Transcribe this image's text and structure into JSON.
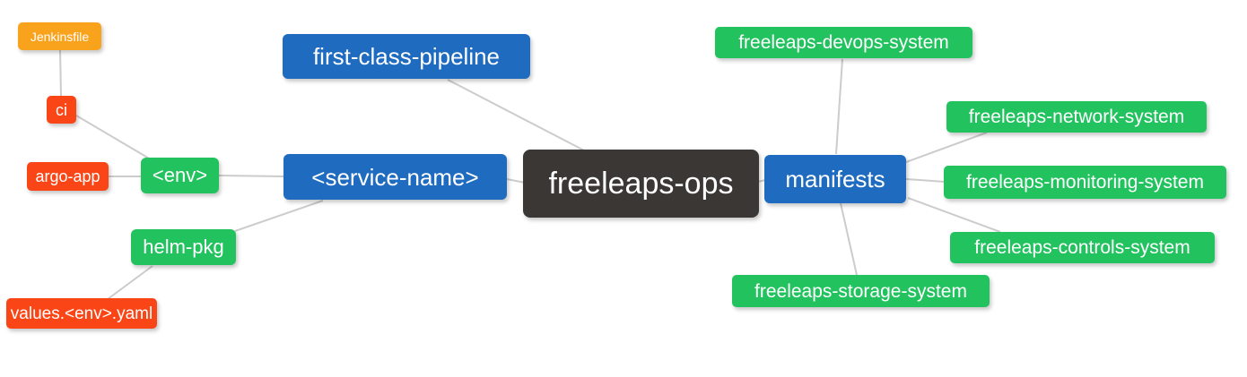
{
  "diagram": {
    "title": "freeleaps-ops mind map",
    "palette": {
      "blue": "#1e6bbf",
      "green": "#22c35f",
      "red": "#fa4517",
      "orange": "#f9a21c",
      "dark": "#3b3734",
      "edge_line": "#cccccc",
      "text": "#ffffff",
      "background": "#ffffff"
    },
    "nodes": [
      {
        "id": "jenkinsfile",
        "label": "Jenkinsfile",
        "color": "orange"
      },
      {
        "id": "ci",
        "label": "ci",
        "color": "red"
      },
      {
        "id": "argo-app",
        "label": "argo-app",
        "color": "red"
      },
      {
        "id": "env",
        "label": "<env>",
        "color": "green"
      },
      {
        "id": "helm-pkg",
        "label": "helm-pkg",
        "color": "green"
      },
      {
        "id": "values-env-yaml",
        "label": "values.<env>.yaml",
        "color": "red"
      },
      {
        "id": "first-class-pipeline",
        "label": "first-class-pipeline",
        "color": "blue"
      },
      {
        "id": "service-name",
        "label": "<service-name>",
        "color": "blue"
      },
      {
        "id": "freeleaps-ops",
        "label": "freeleaps-ops",
        "color": "dark"
      },
      {
        "id": "manifests",
        "label": "manifests",
        "color": "blue"
      },
      {
        "id": "freeleaps-devops-system",
        "label": "freeleaps-devops-system",
        "color": "green"
      },
      {
        "id": "freeleaps-network-system",
        "label": "freeleaps-network-system",
        "color": "green"
      },
      {
        "id": "freeleaps-monitoring-system",
        "label": "freeleaps-monitoring-system",
        "color": "green"
      },
      {
        "id": "freeleaps-controls-system",
        "label": "freeleaps-controls-system",
        "color": "green"
      },
      {
        "id": "freeleaps-storage-system",
        "label": "freeleaps-storage-system",
        "color": "green"
      }
    ],
    "edges": [
      {
        "from": "Jenkinsfile",
        "to": "ci"
      },
      {
        "from": "ci",
        "to": "<env>"
      },
      {
        "from": "argo-app",
        "to": "<env>"
      },
      {
        "from": "<env>",
        "to": "<service-name>"
      },
      {
        "from": "<service-name>",
        "to": "helm-pkg"
      },
      {
        "from": "helm-pkg",
        "to": "values.<env>.yaml"
      },
      {
        "from": "first-class-pipeline",
        "to": "freeleaps-ops"
      },
      {
        "from": "<service-name>",
        "to": "freeleaps-ops"
      },
      {
        "from": "freeleaps-ops",
        "to": "manifests"
      },
      {
        "from": "manifests",
        "to": "freeleaps-devops-system"
      },
      {
        "from": "manifests",
        "to": "freeleaps-network-system"
      },
      {
        "from": "manifests",
        "to": "freeleaps-monitoring-system"
      },
      {
        "from": "manifests",
        "to": "freeleaps-controls-system"
      },
      {
        "from": "manifests",
        "to": "freeleaps-storage-system"
      }
    ]
  }
}
